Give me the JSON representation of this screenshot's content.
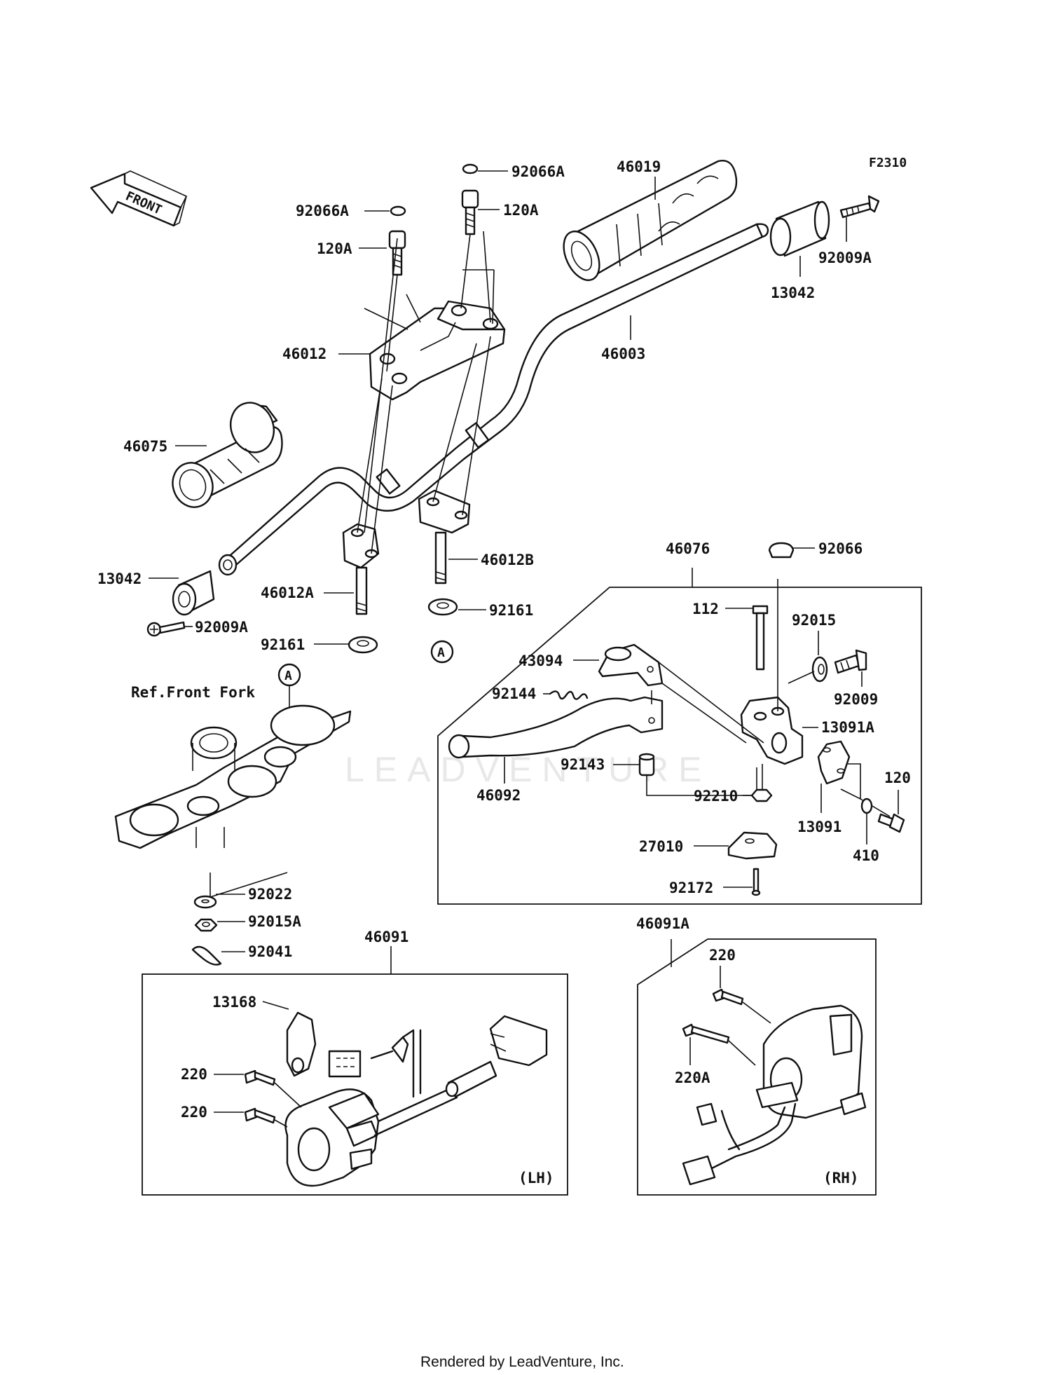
{
  "figure_code": "F2310",
  "front_arrow_label": "FRONT",
  "ref_label": "Ref.Front Fork",
  "callout_letter": "A",
  "side_lh": "(LH)",
  "side_rh": "(RH)",
  "watermark": "LEADVENTURE",
  "footer": "Rendered by LeadVenture, Inc.",
  "parts": [
    {
      "id": "p92066A_top",
      "num": "92066A"
    },
    {
      "id": "p92066A_left",
      "num": "92066A"
    },
    {
      "id": "p120A_top",
      "num": "120A"
    },
    {
      "id": "p120A_left",
      "num": "120A"
    },
    {
      "id": "p46019",
      "num": "46019"
    },
    {
      "id": "p92009A_right",
      "num": "92009A"
    },
    {
      "id": "p13042_right",
      "num": "13042"
    },
    {
      "id": "p46012",
      "num": "46012"
    },
    {
      "id": "p46003",
      "num": "46003"
    },
    {
      "id": "p46075",
      "num": "46075"
    },
    {
      "id": "p13042_left",
      "num": "13042"
    },
    {
      "id": "p92009A_left",
      "num": "92009A"
    },
    {
      "id": "p46012A",
      "num": "46012A"
    },
    {
      "id": "p46012B",
      "num": "46012B"
    },
    {
      "id": "p92161_right",
      "num": "92161"
    },
    {
      "id": "p92161_left",
      "num": "92161"
    },
    {
      "id": "p46076",
      "num": "46076"
    },
    {
      "id": "p92066",
      "num": "92066"
    },
    {
      "id": "p112",
      "num": "112"
    },
    {
      "id": "p92015",
      "num": "92015"
    },
    {
      "id": "p43094",
      "num": "43094"
    },
    {
      "id": "p92144",
      "num": "92144"
    },
    {
      "id": "p92009",
      "num": "92009"
    },
    {
      "id": "p13091A",
      "num": "13091A"
    },
    {
      "id": "p92143",
      "num": "92143"
    },
    {
      "id": "p46092",
      "num": "46092"
    },
    {
      "id": "p92210",
      "num": "92210"
    },
    {
      "id": "p120",
      "num": "120"
    },
    {
      "id": "p13091",
      "num": "13091"
    },
    {
      "id": "p410",
      "num": "410"
    },
    {
      "id": "p27010",
      "num": "27010"
    },
    {
      "id": "p92172",
      "num": "92172"
    },
    {
      "id": "p92022",
      "num": "92022"
    },
    {
      "id": "p92015A",
      "num": "92015A"
    },
    {
      "id": "p92041",
      "num": "92041"
    },
    {
      "id": "p46091",
      "num": "46091"
    },
    {
      "id": "p46091A",
      "num": "46091A"
    },
    {
      "id": "p13168",
      "num": "13168"
    },
    {
      "id": "p220_lh1",
      "num": "220"
    },
    {
      "id": "p220_lh2",
      "num": "220"
    },
    {
      "id": "p220_rh",
      "num": "220"
    },
    {
      "id": "p220A",
      "num": "220A"
    }
  ]
}
